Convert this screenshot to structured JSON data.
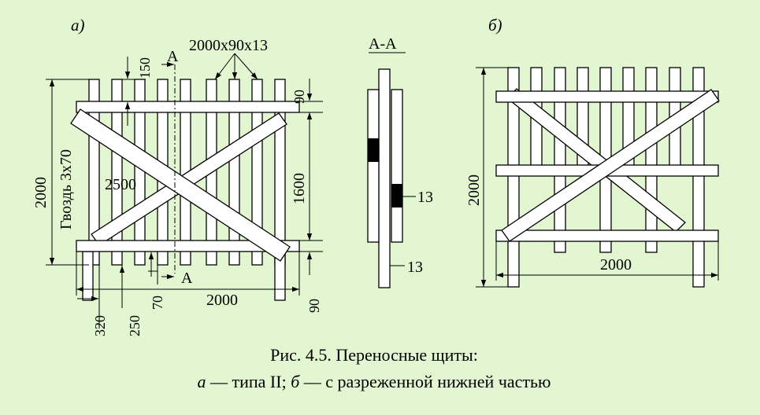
{
  "figure_a": {
    "label": "а)",
    "board_size": "2000х90х13",
    "section_mark_top": "А",
    "section_mark_bottom": "А",
    "dim_top_gap": "150",
    "dim_bar_top": "90",
    "dim_inner": "1600",
    "dim_height": "2000",
    "nail_label": "Гвоздь 3х70",
    "dim_diag": "2500",
    "dim_width": "2000",
    "dim_bar_bottom": "90",
    "dim_320": "320",
    "dim_250": "250",
    "dim_70": "70"
  },
  "section": {
    "title": "А-А",
    "dim_13_a": "13",
    "dim_13_b": "13"
  },
  "figure_b": {
    "label": "б)",
    "dim_height": "2000",
    "dim_width": "2000"
  },
  "caption": {
    "line1": "Рис. 4.5. Переносные щиты:",
    "a_letter": "а",
    "a_text": " — типа II; ",
    "b_letter": "б",
    "b_text": " — с разреженной нижней частью"
  }
}
